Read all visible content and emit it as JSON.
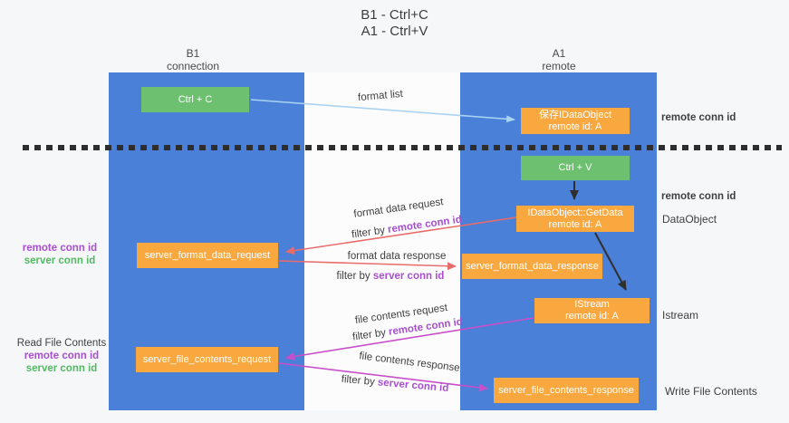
{
  "title": {
    "line1": "B1 - Ctrl+C",
    "line2": "A1 - Ctrl+V"
  },
  "lanes": {
    "left": {
      "name": "B1",
      "subtitle": "connection"
    },
    "right": {
      "name": "A1",
      "subtitle": "remote"
    }
  },
  "nodes": {
    "ctrl_c": {
      "label": "Ctrl + C"
    },
    "save_dataobject": {
      "line1": "保存IDataObject",
      "line2": "remote id: A"
    },
    "ctrl_v": {
      "label": "Ctrl + V"
    },
    "getdata": {
      "line1": "IDataObject::GetData",
      "line2": "remote id: A"
    },
    "format_request": {
      "label": "server_format_data_request"
    },
    "format_response": {
      "label": "server_format_data_response"
    },
    "istream": {
      "line1": "IStream",
      "line2": "remote id: A"
    },
    "file_request": {
      "label": "server_file_contents_request"
    },
    "file_response": {
      "label": "server_file_contents_response"
    }
  },
  "flow_labels": {
    "format_list": "format list",
    "format_data_request": "format data request",
    "format_data_response": "format data response",
    "file_contents_request": "file contents request",
    "file_contents_response": "file contents response",
    "filter_by_1": "filter by ",
    "filter_by_2": "filter by ",
    "filter_by_3": "filter by ",
    "filter_by_4": "filter by ",
    "remote_conn_id_1": "remote conn id",
    "remote_conn_id_2": "remote conn id",
    "server_conn_id_1": "server conn id",
    "server_conn_id_2": "server conn id"
  },
  "side_labels": {
    "right_remote_conn_id_top": "remote conn id",
    "right_remote_conn_id_mid": "remote conn id",
    "dataobject": "DataObject",
    "istream": "Istream",
    "write_file_contents": "Write File Contents",
    "left_remote_conn_id": "remote conn id",
    "left_server_conn_id": "server conn id",
    "read_file_contents": "Read File Contents",
    "read_remote_conn_id": "remote conn id",
    "read_server_conn_id": "server conn id"
  },
  "colors": {
    "lane_blue": "#4a80d8",
    "node_orange": "#f9a83f",
    "node_green": "#6ec071",
    "accent_purple": "#a84fd0",
    "accent_green": "#53b963",
    "arrow_red": "#e96c6c",
    "arrow_magenta": "#c94ec9",
    "arrow_light_blue": "#a9d3f2",
    "arrow_black": "#2f2f2f"
  }
}
